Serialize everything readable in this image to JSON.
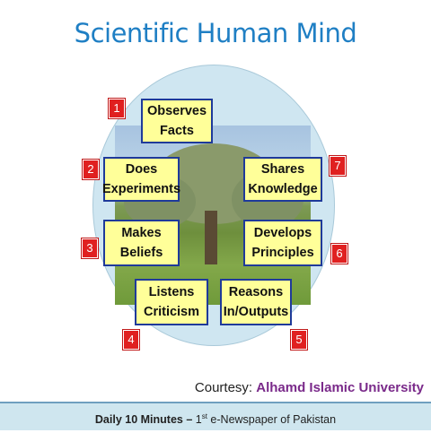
{
  "title": "Scientific Human Mind",
  "boxes": [
    {
      "text": "Observes\nFacts"
    },
    {
      "text": "Does\nExperiments"
    },
    {
      "text": "Shares\nKnowledge"
    },
    {
      "text": "Makes\nBeliefs"
    },
    {
      "text": "Develops\nPrinciples"
    },
    {
      "text": "Listens\nCriticism"
    },
    {
      "text": "Reasons\nIn/Outputs"
    }
  ],
  "numbers": [
    "1",
    "2",
    "7",
    "3",
    "6",
    "4",
    "5"
  ],
  "courtesy": {
    "prefix": "Courtesy: ",
    "org": "Alhamd Islamic University"
  },
  "footer": {
    "bold": "Daily 10 Minutes –",
    "sup": "st",
    "rest1": " 1",
    "rest2": " e-Newspaper of Pakistan"
  },
  "colors": {
    "title": "#1f7fc4",
    "box_fill": "#ffff99",
    "box_border": "#1f3a9a",
    "badge": "#e02020",
    "circle": "#cfe6f1"
  }
}
